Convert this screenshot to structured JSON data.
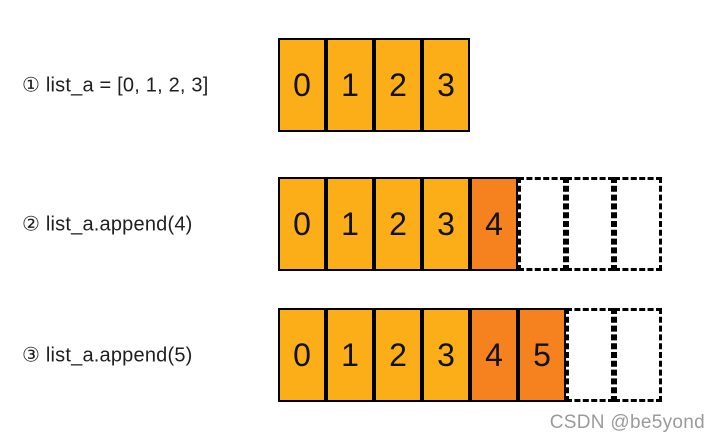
{
  "watermark": "CSDN @be5yond",
  "colors": {
    "background": "#FFFFFF",
    "cell_fill": "#FBAE17",
    "appended_fill": "#F5821F",
    "border": "#000000",
    "label": "#1F1F1F",
    "watermark": "#9B9B9B"
  },
  "rows": [
    {
      "step": "1",
      "label": "① list_a = [0, 1, 2, 3]",
      "cells": [
        {
          "value": "0",
          "appended": false
        },
        {
          "value": "1",
          "appended": false
        },
        {
          "value": "2",
          "appended": false
        },
        {
          "value": "3",
          "appended": false
        }
      ],
      "empty_slots": 0
    },
    {
      "step": "2",
      "label": "② list_a.append(4)",
      "cells": [
        {
          "value": "0",
          "appended": false
        },
        {
          "value": "1",
          "appended": false
        },
        {
          "value": "2",
          "appended": false
        },
        {
          "value": "3",
          "appended": false
        },
        {
          "value": "4",
          "appended": true
        }
      ],
      "empty_slots": 3
    },
    {
      "step": "3",
      "label": "③ list_a.append(5)",
      "cells": [
        {
          "value": "0",
          "appended": false
        },
        {
          "value": "1",
          "appended": false
        },
        {
          "value": "2",
          "appended": false
        },
        {
          "value": "3",
          "appended": false
        },
        {
          "value": "4",
          "appended": true
        },
        {
          "value": "5",
          "appended": true
        }
      ],
      "empty_slots": 2
    }
  ]
}
